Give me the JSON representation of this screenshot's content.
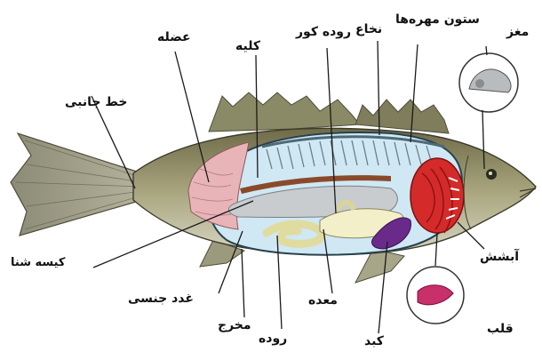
{
  "labels": {
    "brain": "مغز",
    "vertebral_column": "ستون مهره‌ها",
    "spinal_cord": "نخاع",
    "cecum": "روده کور",
    "kidney": "کلیه",
    "muscle": "عضله",
    "lateral_line": "خط جانبی",
    "swim_bladder": "کیسه شنا",
    "gonads": "غدد جنسی",
    "anus": "مخرج",
    "intestine": "روده",
    "stomach": "معده",
    "liver": "کبد",
    "gills": "آبشش",
    "heart": "قلب"
  },
  "colors": {
    "body_outline": "#2b4a2e",
    "body_cavity": "#cfe8f3",
    "muscle": "#e8b4b8",
    "gills": "#d42a2a",
    "liver": "#6a2a8a",
    "heart": "#c8306a",
    "stomach": "#f3efc8",
    "fish_skin": "#9e9a72"
  }
}
